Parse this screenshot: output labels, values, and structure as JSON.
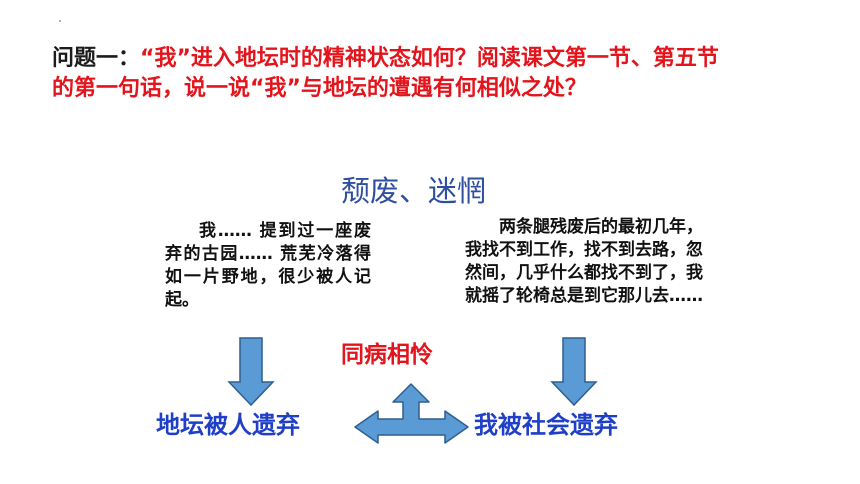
{
  "question": {
    "label": "问题一：",
    "text": "“我”进入地坛时的精神状态如何？阅读课文第一节、第五节的第一句话，说一说“我”与地坛的遭遇有何相似之处？"
  },
  "state_heading": "颓废、迷惘",
  "quote_left": "我…… 提到过一座废弃的古园…… 荒芜冷落得如一片野地，很少被人记起。",
  "quote_right": "两条腿残废后的最初几年，我找不到工作，找不到去路，忽然间，几乎什么都找不到了，我就摇了轮椅总是到它那儿去……",
  "center_label": "同病相怜",
  "bottom_left": "地坛被人遗弃",
  "bottom_right": "我被社会遗弃",
  "colors": {
    "question_red": "#e3141b",
    "heading_blue": "#2f4f9e",
    "label_blue": "#1f3fc7",
    "arrow_fill": "#5b9bd5",
    "arrow_stroke": "#2f5f8f"
  }
}
